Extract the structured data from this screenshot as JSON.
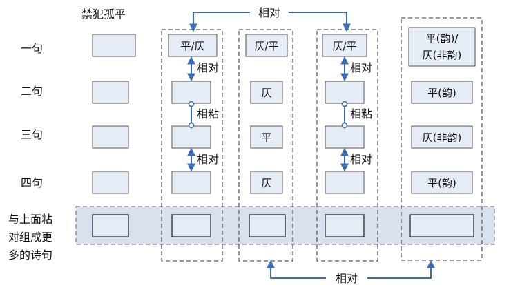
{
  "header": {
    "title": "禁犯孤平"
  },
  "rows": [
    "一句",
    "二句",
    "三句",
    "四句"
  ],
  "bottom_label": [
    "与上面粘",
    "对组成更",
    "多的诗句"
  ],
  "relations": {
    "top_arrow": "相对",
    "bottom_arrow": "相对",
    "col1": [
      "相对",
      "相粘",
      "相对"
    ],
    "col3": [
      "相对",
      "相粘",
      "相对"
    ]
  },
  "columns": {
    "col1": [
      "平/仄",
      "",
      "",
      ""
    ],
    "col2": [
      "仄/平",
      "仄",
      "平",
      "仄"
    ],
    "col3": [
      "仄/平",
      "",
      "",
      ""
    ],
    "col4": [
      [
        "平(韵)/",
        "仄(非韵)"
      ],
      "平(韵)",
      "仄(非韵)",
      "平(韵)"
    ]
  },
  "colors": {
    "arrow": "#3a6db5",
    "cell_fill": "#e6ecf6",
    "band_fill": "#d9e1ef",
    "border": "#555555"
  }
}
